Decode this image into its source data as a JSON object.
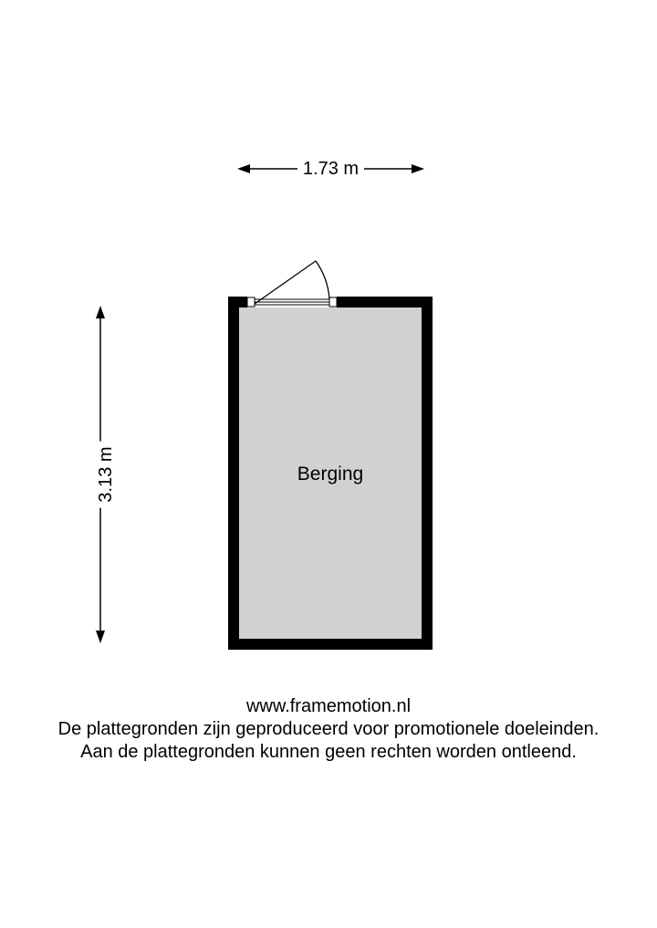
{
  "floorplan": {
    "room": {
      "label": "Berging",
      "fill_color": "#d1d1d1",
      "wall_color": "#000000"
    },
    "dimensions": {
      "width": "1.73 m",
      "height": "3.13 m"
    }
  },
  "footer": {
    "url": "www.framemotion.nl",
    "disclaimer_1": "De plattegronden zijn geproduceerd voor promotionele doeleinden.",
    "disclaimer_2": "Aan de plattegronden kunnen geen rechten worden ontleend."
  }
}
